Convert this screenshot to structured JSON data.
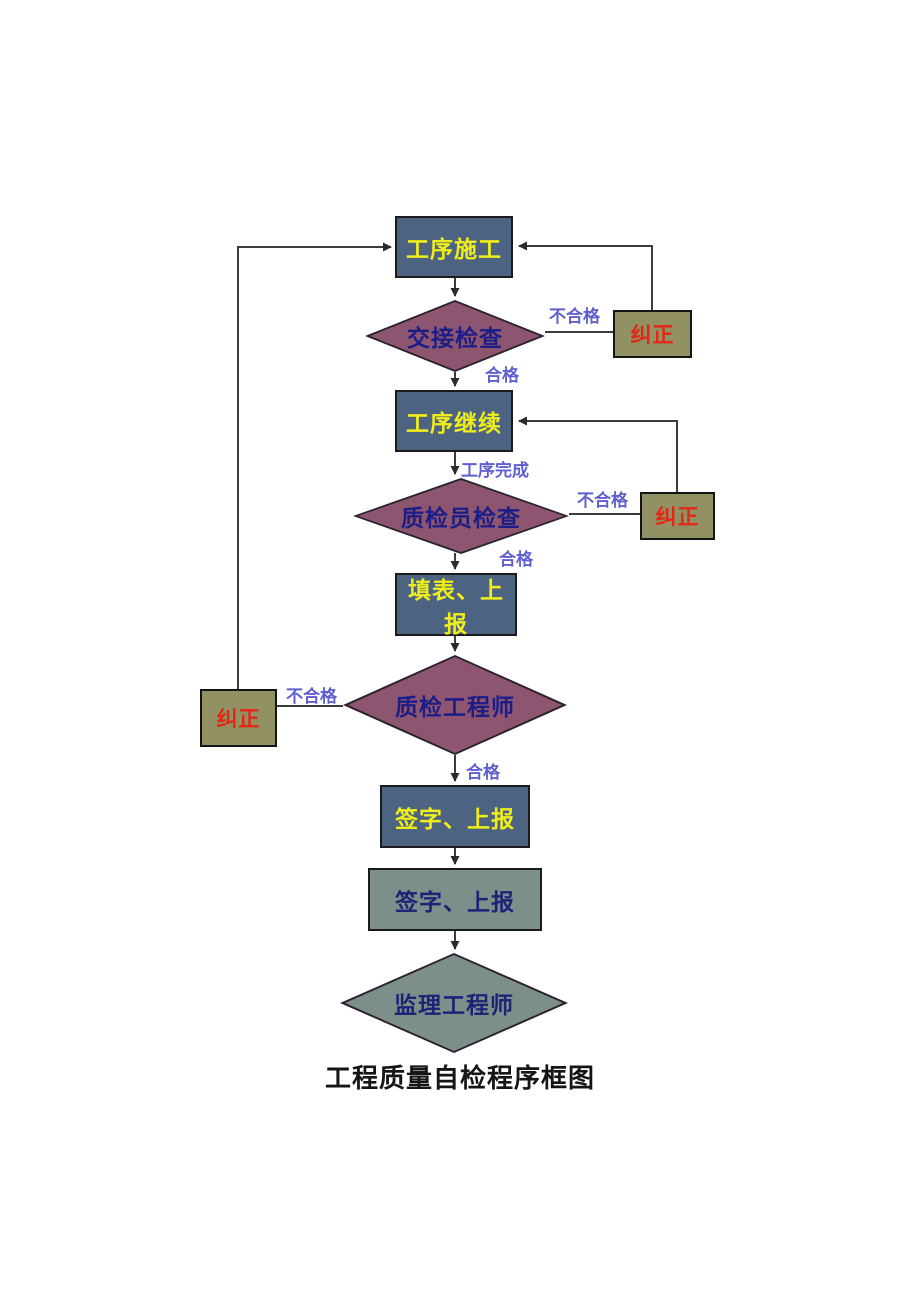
{
  "title": "工程质量自检程序框图",
  "colors": {
    "process_fill": "#4d6382",
    "process_text": "#f0ee1a",
    "decision_fill": "#8d5570",
    "decision_text": "#1d1d88",
    "correct_fill": "#919164",
    "correct_text": "#e42613",
    "final_fill": "#7c8f88",
    "final_text": "#1c2478",
    "edge_label": "#5f5fd0",
    "line": "#3c3c3c"
  },
  "nodes": {
    "process_construction": "工序施工",
    "handover_inspection": "交接检查",
    "process_continue": "工序继续",
    "inspector_check": "质检员检查",
    "fill_form_report": "填表、上报",
    "qc_engineer": "质检工程师",
    "sign_report_1": "签字、上报",
    "sign_report_2": "签字、上报",
    "supervising_engineer": "监理工程师",
    "correct_right_1": "纠正",
    "correct_right_2": "纠正",
    "correct_left": "纠正"
  },
  "edge_labels": {
    "fail_1": "不合格",
    "pass_1": "合格",
    "process_done": "工序完成",
    "fail_2": "不合格",
    "pass_2": "合格",
    "fail_3": "不合格",
    "pass_3": "合格"
  }
}
